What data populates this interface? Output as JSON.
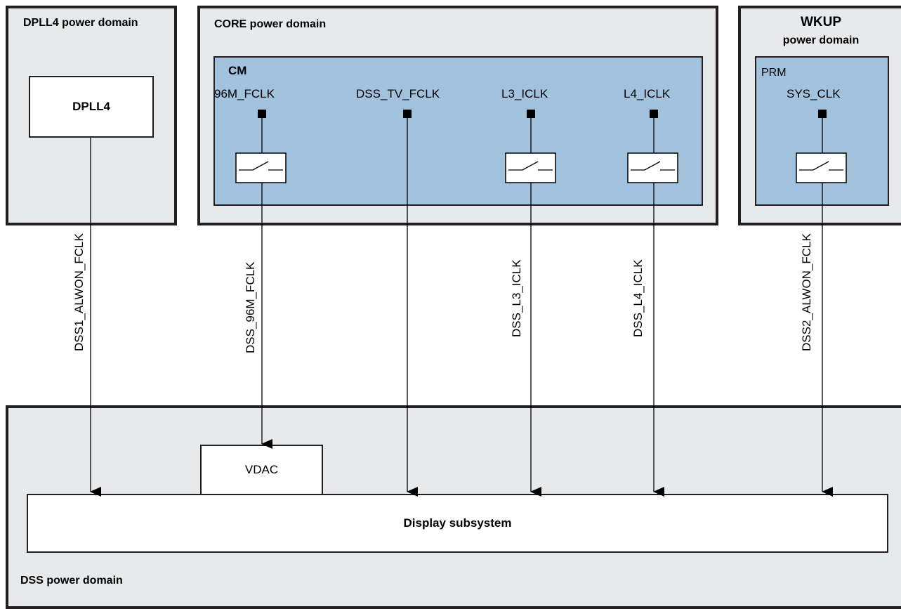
{
  "dpll4_domain": {
    "title": "DPLL4 power domain",
    "block": "DPLL4"
  },
  "core_domain": {
    "title": "CORE power domain",
    "cm": {
      "label": "CM",
      "clocks": [
        "96M_FCLK",
        "DSS_TV_FCLK",
        "L3_ICLK",
        "L4_ICLK"
      ]
    }
  },
  "wkup_domain": {
    "title_line1": "WKUP",
    "title_line2": "power domain",
    "prm": {
      "label": "PRM",
      "clock": "SYS_CLK"
    }
  },
  "signals": {
    "dss1": "DSS1_ALWON_FCLK",
    "dss_96m": "DSS_96M_FCLK",
    "dss_l3": "DSS_L3_ICLK",
    "dss_l4": "DSS_L4_ICLK",
    "dss2": "DSS2_ALWON_FCLK"
  },
  "dss_domain": {
    "title": "DSS power domain",
    "vdac": "VDAC",
    "subsystem": "Display subsystem"
  }
}
